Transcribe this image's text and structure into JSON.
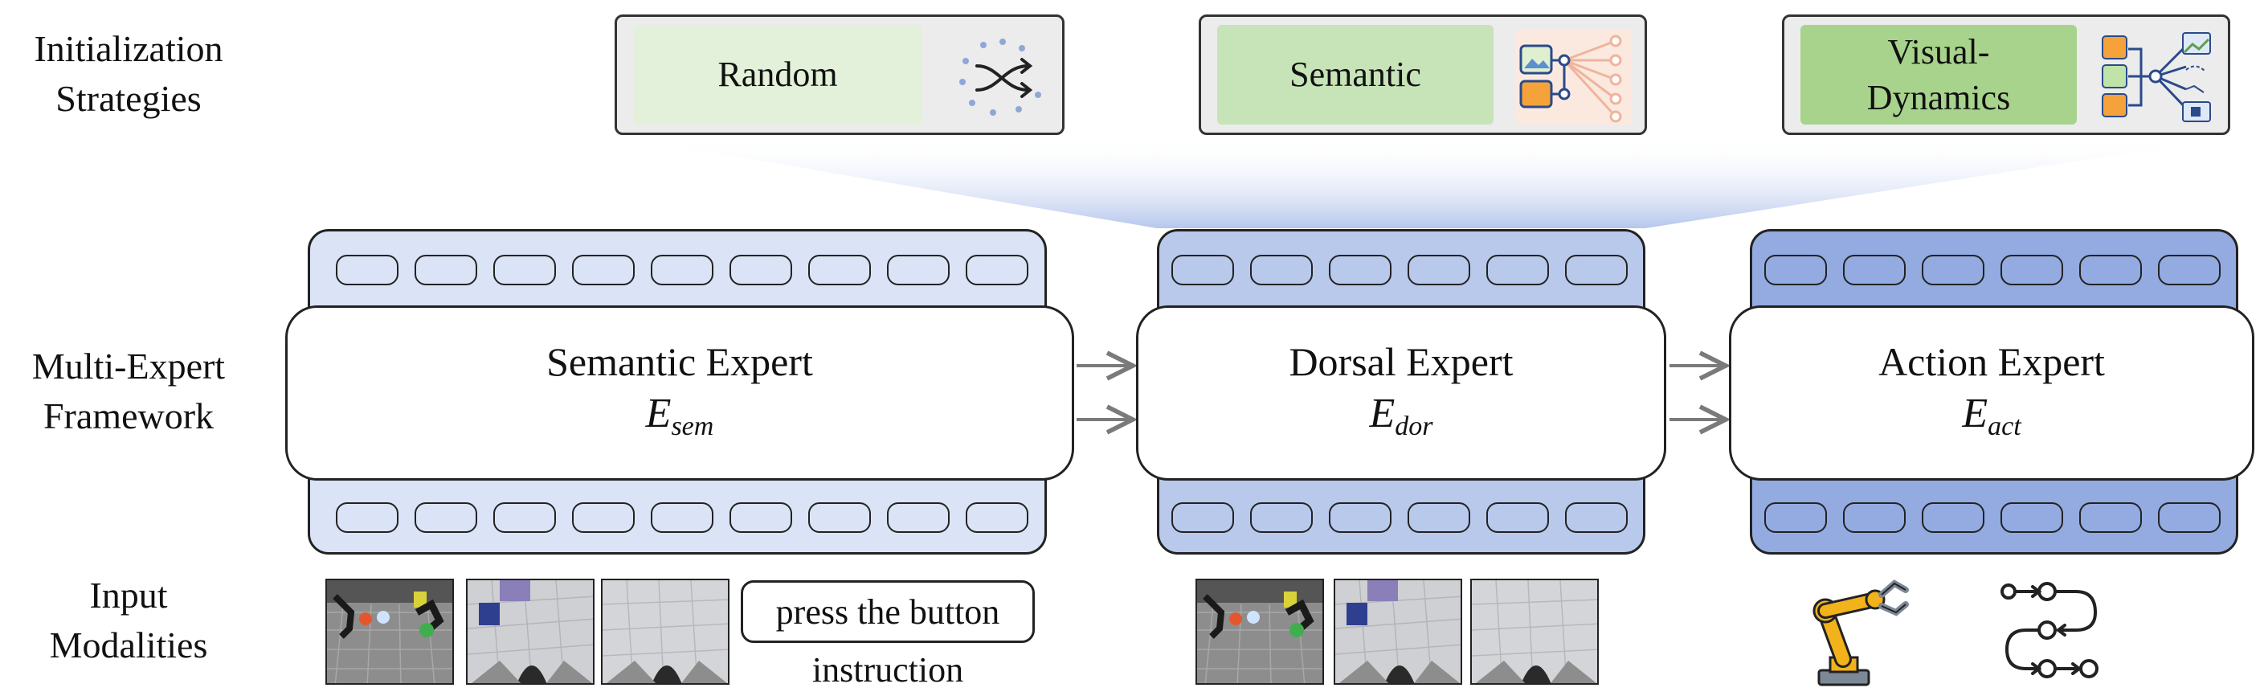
{
  "row_labels": {
    "init": [
      "Initialization",
      "Strategies"
    ],
    "framework": [
      "Multi-Expert",
      "Framework"
    ],
    "input": [
      "Input",
      "Modalities"
    ]
  },
  "strategies": [
    {
      "label": "Random",
      "icon": "shuffle-icon"
    },
    {
      "label": "Semantic",
      "icon": "semantic-tree-icon"
    },
    {
      "label": "Visual-Dynamics",
      "icon": "visual-dynamics-tree-icon"
    }
  ],
  "experts": [
    {
      "title": "Semantic Expert",
      "symbol": "E",
      "subscript": "sem"
    },
    {
      "title": "Dorsal Expert",
      "symbol": "E",
      "subscript": "dor"
    },
    {
      "title": "Action Expert",
      "symbol": "E",
      "subscript": "act"
    }
  ],
  "inputs": {
    "instruction_text": "press the button",
    "instruction_caption": "instruction",
    "action_icons": [
      "robot-arm-icon",
      "trajectory-icon"
    ]
  },
  "colors": {
    "semantic_bg": "#dbe4f6",
    "dorsal_bg": "#b9c9ec",
    "action_bg": "#93abe0",
    "random_fill": "#e3f0da",
    "semantic_fill": "#c7e4b8",
    "visual_fill": "#a8d38c",
    "arrow": "#7a7a7a"
  }
}
